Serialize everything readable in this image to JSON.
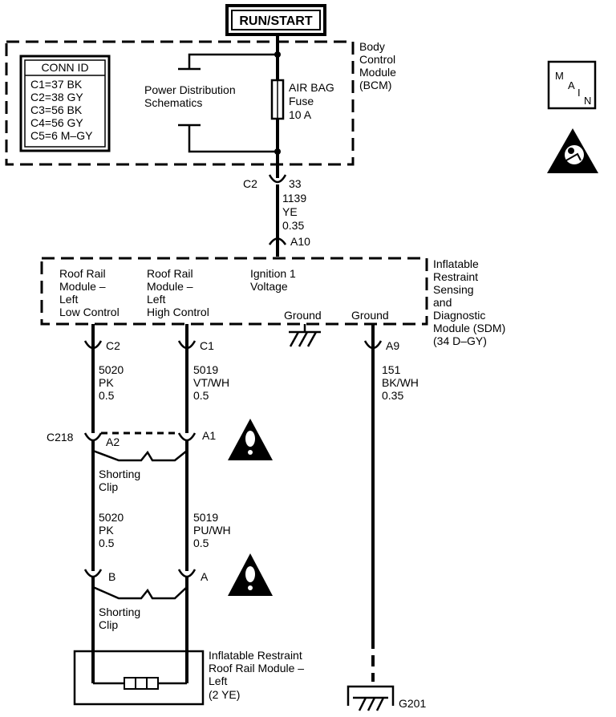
{
  "run_start": "RUN/START",
  "bcm": {
    "label": [
      "Body",
      "Control",
      "Module",
      "(BCM)"
    ],
    "conn_title": "CONN ID",
    "conn_items": [
      "C1=37 BK",
      "C2=38 GY",
      "C3=56 BK",
      "C4=56 GY",
      "C5=6 M–GY"
    ],
    "power_dist": [
      "Power Distribution",
      "Schematics"
    ],
    "fuse": [
      "AIR BAG",
      "Fuse",
      "10 A"
    ]
  },
  "conn_c2_top": {
    "name": "C2",
    "pin": "33"
  },
  "wire_1139": [
    "1139",
    "YE",
    "0.35"
  ],
  "sdm_pin_a10": "A10",
  "sdm": {
    "label": [
      "Inflatable",
      "Restraint",
      "Sensing",
      "and",
      "Diagnostic",
      "Module (SDM)",
      "(34 D–GY)"
    ],
    "low": [
      "Roof Rail",
      "Module –",
      "Left",
      "Low Control"
    ],
    "high": [
      "Roof Rail",
      "Module –",
      "Left",
      "High Control"
    ],
    "ignition": [
      "Ignition 1",
      "Voltage"
    ],
    "ground1": "Ground",
    "ground2": "Ground"
  },
  "pins": {
    "c2": "C2",
    "c1": "C1",
    "a9": "A9",
    "c218": "C218",
    "a2": "A2",
    "a1": "A1",
    "b": "B",
    "a": "A"
  },
  "wire_5020_upper": [
    "5020",
    "PK",
    "0.5"
  ],
  "wire_5019_upper": [
    "5019",
    "VT/WH",
    "0.5"
  ],
  "wire_151": [
    "151",
    "BK/WH",
    "0.35"
  ],
  "shorting_clip": [
    "Shorting",
    "Clip"
  ],
  "wire_5020_lower": [
    "5020",
    "PK",
    "0.5"
  ],
  "wire_5019_lower": [
    "5019",
    "PU/WH",
    "0.5"
  ],
  "module": [
    "Inflatable Restraint",
    "Roof Rail Module –",
    "Left",
    "(2 YE)"
  ],
  "ground_ref": "G201",
  "main_icon": [
    "M",
    "A",
    "I",
    "N"
  ]
}
